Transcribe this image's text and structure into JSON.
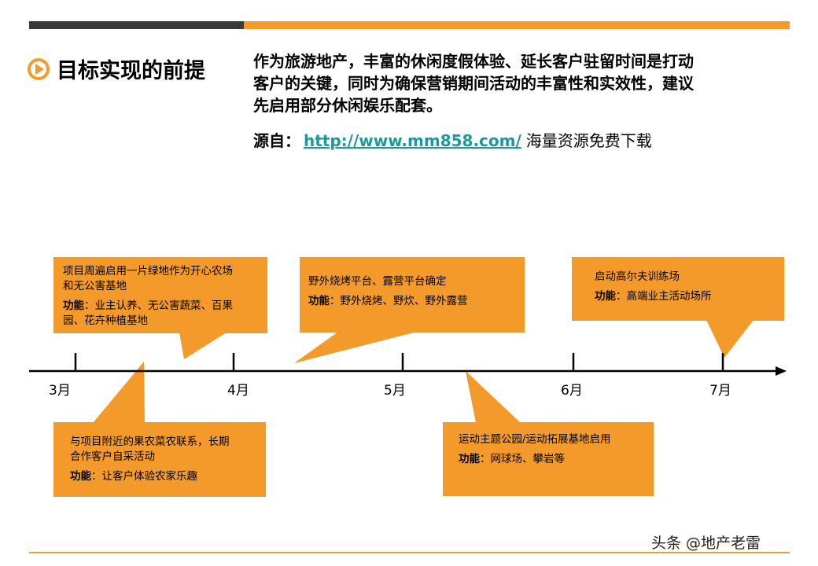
{
  "title": "目标实现的前提",
  "intro": {
    "lines": [
      "作为旅游地产，丰富的休闲度假体验、延长客户驻留时间是打动",
      "客户的关键，同时为确保营销期间活动的丰富性和实效性，建议",
      "先启用部分休闲娱乐配套。"
    ]
  },
  "source": {
    "label": "源自：",
    "link": "http://www.mm858.com/",
    "tail": "海量资源免费下载"
  },
  "months": [
    "3月",
    "4月",
    "5月",
    "6月",
    "7月"
  ],
  "func_label": "功能",
  "bubbles": {
    "b1": {
      "text_lines": [
        "项目周遍启用一片绿地作为开心农场",
        "和无公害基地"
      ],
      "func_lines": [
        "：业主认养、无公害蔬菜、百果",
        "园、花卉种植基地"
      ]
    },
    "b2": {
      "text_lines": [
        "野外烧烤平台、露营平台确定"
      ],
      "func_lines": [
        "：野外烧烤、野炊、野外露营"
      ]
    },
    "b3": {
      "text_lines": [
        "启动高尔夫训练场"
      ],
      "func_lines": [
        "：高端业主活动场所"
      ]
    },
    "b4": {
      "text_lines": [
        "与项目附近的果农菜农联系，长期",
        "合作客户自采活动"
      ],
      "func_lines": [
        "：让客户体验农家乐趣"
      ]
    },
    "b5": {
      "text_lines": [
        "运动主题公园/运动拓展基地启用"
      ],
      "func_lines": [
        "：网球场、攀岩等"
      ]
    }
  },
  "watermark": "头条 @地产老雷",
  "colors": {
    "accent": "#f39a2b",
    "dark_bar": "#3a3a3a",
    "link": "#1a9aa0"
  }
}
